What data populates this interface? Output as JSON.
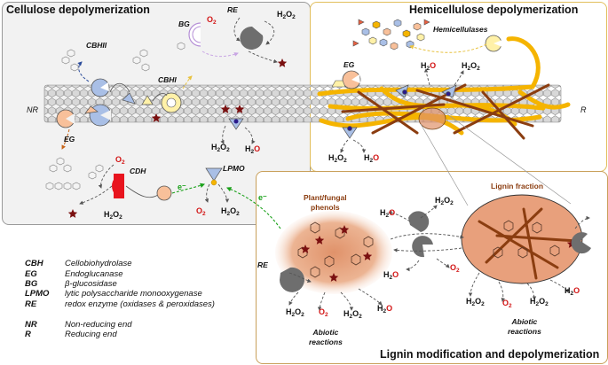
{
  "panels": {
    "cellulose": "Cellulose depolymerization",
    "hemicellulose": "Hemicellulose depolymerization",
    "lignin": "Lignin modification and depolymerization"
  },
  "enzymes": {
    "bg": "BG",
    "re_top": "RE",
    "cbhii": "CBHII",
    "cbhi": "CBHI",
    "eg_cell": "EG",
    "eg_hemi": "EG",
    "cdh": "CDH",
    "lpmo": "LPMO",
    "re_lignin": "RE",
    "hemicellulases": "Hemicellulases"
  },
  "ends": {
    "nr": "NR",
    "r": "R"
  },
  "electron": "e⁻",
  "species": {
    "h2o2": "H2O2",
    "o2": "O2",
    "h2o": "H2O"
  },
  "lignin_labels": {
    "phenols": "Plant/fungal\nphenols",
    "fraction": "Lignin fraction",
    "abiotic": "Abiotic\nreactions"
  },
  "legend": [
    {
      "abbr": "CBH",
      "desc": "Cellobiohydrolase"
    },
    {
      "abbr": "EG",
      "desc": "Endoglucanase"
    },
    {
      "abbr": "BG",
      "desc": "β-glucosidase"
    },
    {
      "abbr": "LPMO",
      "desc": "lytic polysaccharide monooxygenase"
    },
    {
      "abbr": "RE",
      "desc": "redox enzyme (oxidases & peroxidases)"
    },
    {
      "abbr": "",
      "desc": ""
    },
    {
      "abbr": "NR",
      "desc": "Non-reducing end"
    },
    {
      "abbr": "R",
      "desc": "Reducing end"
    }
  ],
  "colors": {
    "hemicellulose_fiber": "#f5b400",
    "lignin_fiber": "#8b3d10",
    "lignin_blob": "#e0926a",
    "cdh": "#e8141e",
    "enzyme_blue": "#a9bfe6",
    "enzyme_yellow": "#fff1a8",
    "enzyme_orange": "#f8c09a",
    "re_gray": "#6e6e6e",
    "star": "#7a1010",
    "electron_arrow": "#1aa11a"
  }
}
